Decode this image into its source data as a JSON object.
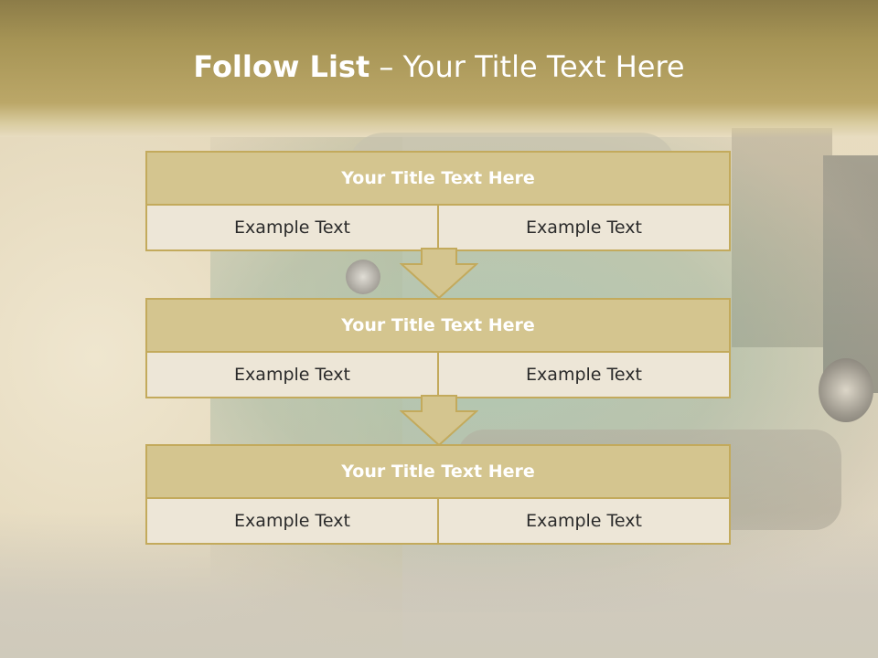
{
  "slide": {
    "title_bold": "Follow List",
    "title_sep": " – ",
    "title_rest": "Your Title Text Here"
  },
  "blocks": [
    {
      "heading": "Your Title Text Here",
      "left": "Example Text",
      "right": "Example Text"
    },
    {
      "heading": "Your Title Text Here",
      "left": "Example Text",
      "right": "Example Text"
    },
    {
      "heading": "Your Title Text Here",
      "left": "Example Text",
      "right": "Example Text"
    }
  ],
  "colors": {
    "header": "#a69455",
    "block_heading": "#d4c58f",
    "block_border": "#c3aa5c",
    "cell_fill": "#ede6d7"
  }
}
